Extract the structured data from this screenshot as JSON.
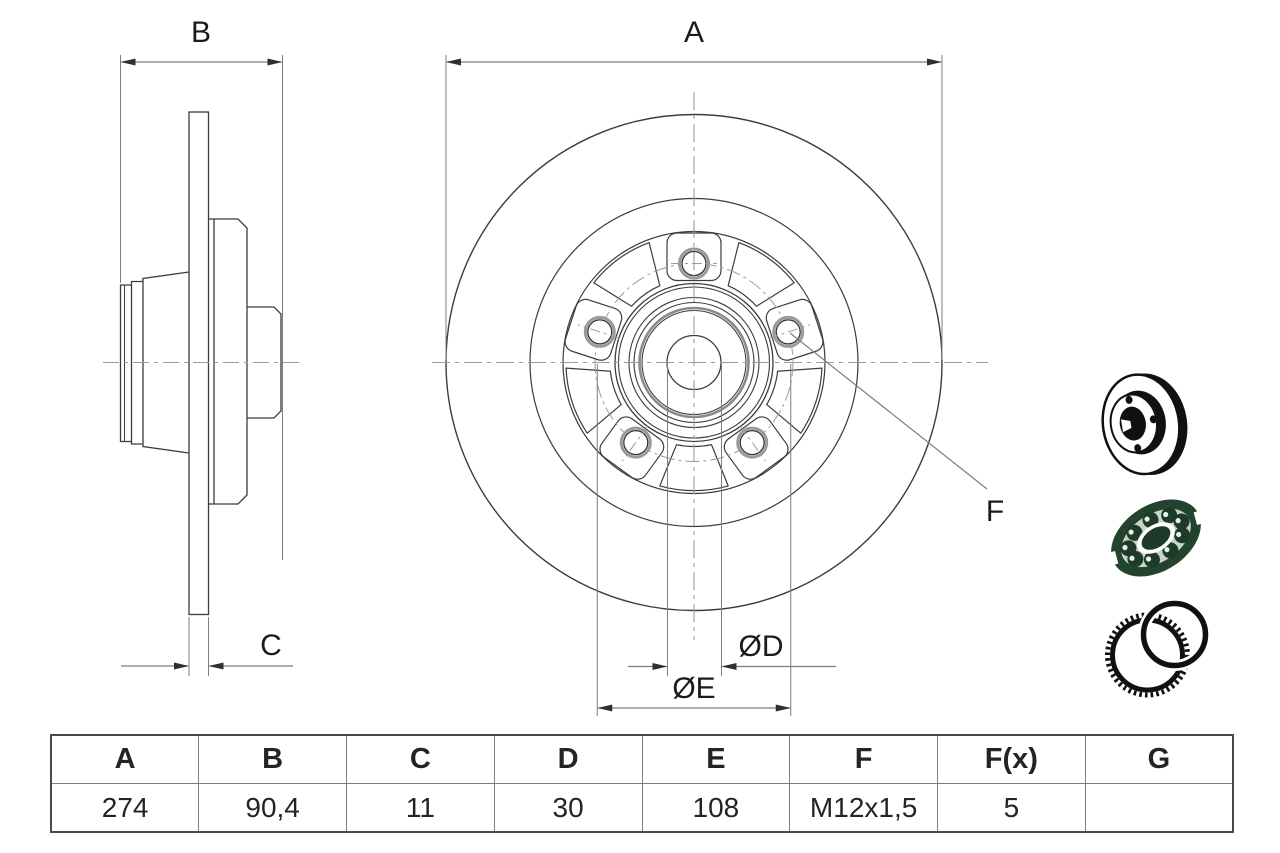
{
  "title": "Brake disc technical drawing",
  "drawing": {
    "labels": {
      "a": "A",
      "b": "B",
      "c": "C",
      "d": "ØD",
      "e": "ØE",
      "f": "F"
    }
  },
  "legend_icons": [
    {
      "name": "brake-disc"
    },
    {
      "name": "wheel-bearing"
    },
    {
      "name": "abs-sensor-ring"
    }
  ],
  "colors": {
    "outline": "#3c3c3c",
    "dimension": "#7d7d7d",
    "centerline": "#9b9b9b",
    "arrow": "#2f2f2f",
    "icon_green": "#23432f",
    "icon_pale": "#c7d4c6",
    "icon_black": "#111111"
  },
  "table": {
    "headers": [
      "A",
      "B",
      "C",
      "D",
      "E",
      "F",
      "F(x)",
      "G"
    ],
    "values": [
      "274",
      "90,4",
      "11",
      "30",
      "108",
      "M12x1,5",
      "5",
      ""
    ]
  }
}
